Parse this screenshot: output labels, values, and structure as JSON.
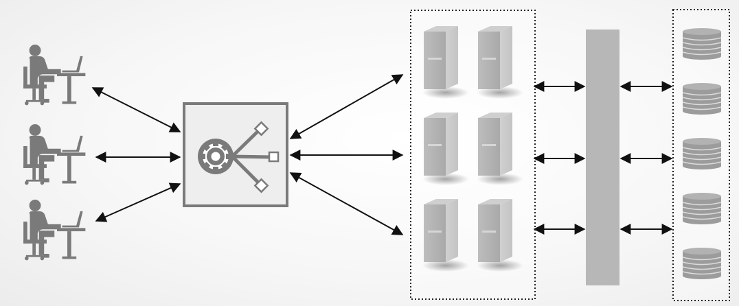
{
  "diagram": {
    "nodes": {
      "users": {
        "count": 3,
        "icon": "user-at-desk-icon"
      },
      "load_balancer": {
        "icon": "gear-distribution-icon"
      },
      "server_cluster": {
        "count": 6,
        "icon": "server-tower-icon",
        "border": "dotted"
      },
      "bus": {
        "icon": "vertical-bar"
      },
      "database_cluster": {
        "count": 5,
        "icon": "database-stack-icon",
        "border": "dotted"
      }
    },
    "connectors": {
      "type": "bidirectional-arrow"
    },
    "colors": {
      "icon": "#7a7a7a",
      "server": "#b4b4b4",
      "bus": "#b7b7b7",
      "database": "#9a9a9a",
      "arrow": "#111111",
      "box_border": "#777777",
      "box_fill": "#eeeeee"
    }
  }
}
